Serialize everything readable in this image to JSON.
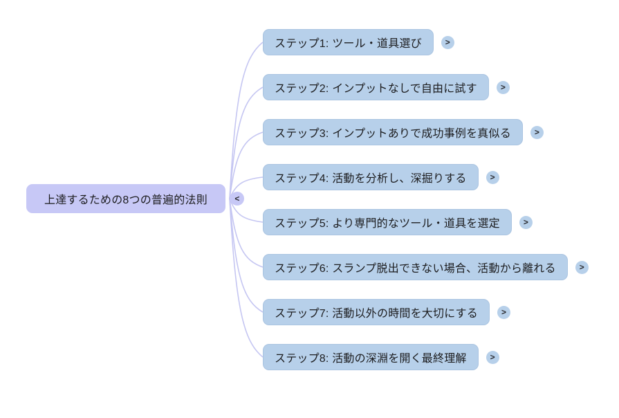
{
  "root": {
    "label": "上達するための8つの普遍的法則",
    "toggle_icon": "<"
  },
  "children": [
    {
      "label": "ステップ1: ツール・道具選び",
      "toggle_icon": ">"
    },
    {
      "label": "ステップ2: インプットなしで自由に試す",
      "toggle_icon": ">"
    },
    {
      "label": "ステップ3: インプットありで成功事例を真似る",
      "toggle_icon": ">"
    },
    {
      "label": "ステップ4: 活動を分析し、深掘りする",
      "toggle_icon": ">"
    },
    {
      "label": "ステップ5: より専門的なツール・道具を選定",
      "toggle_icon": ">"
    },
    {
      "label": "ステップ6: スランプ脱出できない場合、活動から離れる",
      "toggle_icon": ">"
    },
    {
      "label": "ステップ7: 活動以外の時間を大切にする",
      "toggle_icon": ">"
    },
    {
      "label": "ステップ8: 活動の深淵を開く最終理解",
      "toggle_icon": ">"
    }
  ],
  "colors": {
    "background": "#ffffff",
    "root_node_fill": "#c7c8f6",
    "child_node_fill": "#b7d0ea",
    "connector": "#c5c6f2",
    "text": "#1c1c1e"
  }
}
